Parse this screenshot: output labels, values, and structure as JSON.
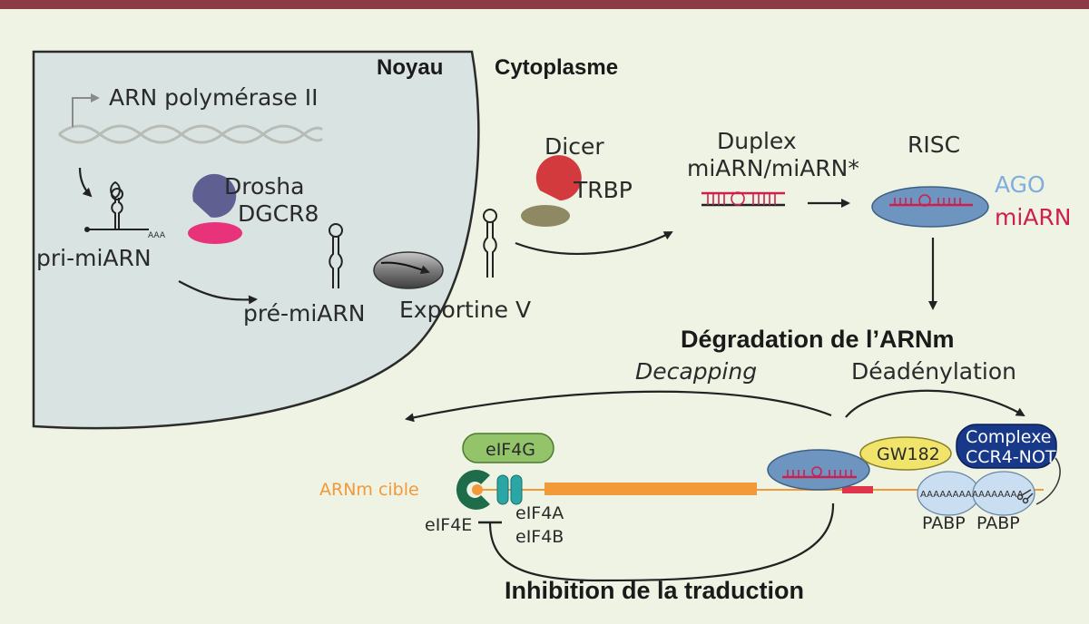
{
  "labels": {
    "noyau": "Noyau",
    "cytoplasme": "Cytoplasme",
    "arn_pol": "ARN polymérase II",
    "drosha": "Drosha",
    "dgcr8": "DGCR8",
    "pri": "pri-miARN",
    "pre": "pré-miARN",
    "exportine": "Exportine V",
    "dicer": "Dicer",
    "trbp": "TRBP",
    "duplex1": "Duplex",
    "duplex2": "miARN/miARN*",
    "risc": "RISC",
    "ago": "AGO",
    "miarn": "miARN",
    "degradation": "Dégradation de l’ARNm",
    "decapping": "Decapping",
    "deadenylation": "Déadénylation",
    "eif4g": "eIF4G",
    "arnm_cible": "ARNm cible",
    "eif4e": "eIF4E",
    "eif4a": "eIF4A",
    "eif4b": "eIF4B",
    "gw182": "GW182",
    "complexe1": "Complexe",
    "complexe2": "CCR4-NOT",
    "polya": "AAAAAAAAAAAAAAAA",
    "pabp1": "PABP",
    "pabp2": "PABP",
    "aaa": "AAA",
    "inhibition": "Inhibition de la traduction"
  },
  "colors": {
    "topbar": "#8b3a46",
    "background": "#eef3e4",
    "nucleus": "#d9e3e1",
    "drosha": "#5f5f92",
    "dgcr8": "#e8327a",
    "dicer": "#d33a3e",
    "trbp": "#8e8863",
    "risc": "#6d95c0",
    "ago": "#7faede",
    "mirna": "#cf1f4f",
    "mrna": "#f29a3a",
    "eif4g": "#93c46a",
    "eif4e": "#1f6c4a",
    "eif4a": "#2aa6a4",
    "gw182": "#f1e46b",
    "ccr4not": "#18388a",
    "pabp": "#c9def0"
  },
  "icons": [
    "dna-helix-icon",
    "scissors-icon",
    "hairpin-icon"
  ]
}
